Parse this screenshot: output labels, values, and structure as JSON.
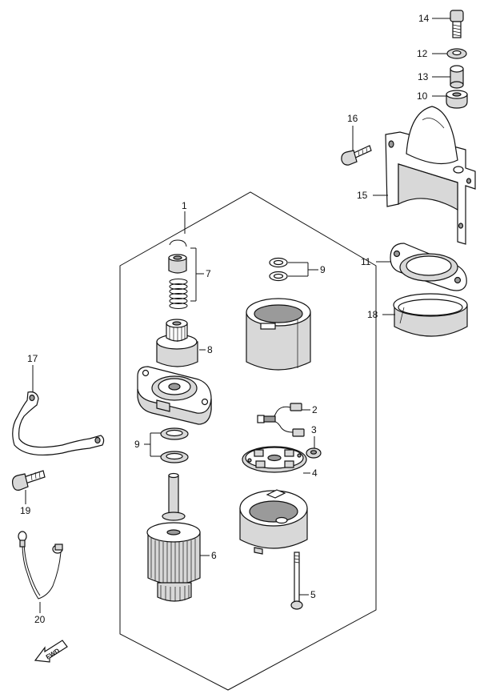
{
  "diagram": {
    "callouts": {
      "c1": "1",
      "c2": "2",
      "c3": "3",
      "c4": "4",
      "c5": "5",
      "c6": "6",
      "c7": "7",
      "c8": "8",
      "c9a": "9",
      "c9b": "9",
      "c10": "10",
      "c11": "11",
      "c12": "12",
      "c13": "13",
      "c14": "14",
      "c15": "15",
      "c16": "16",
      "c17": "17",
      "c18": "18",
      "c19": "19",
      "c20": "20"
    },
    "fwd_label": "FWD"
  }
}
